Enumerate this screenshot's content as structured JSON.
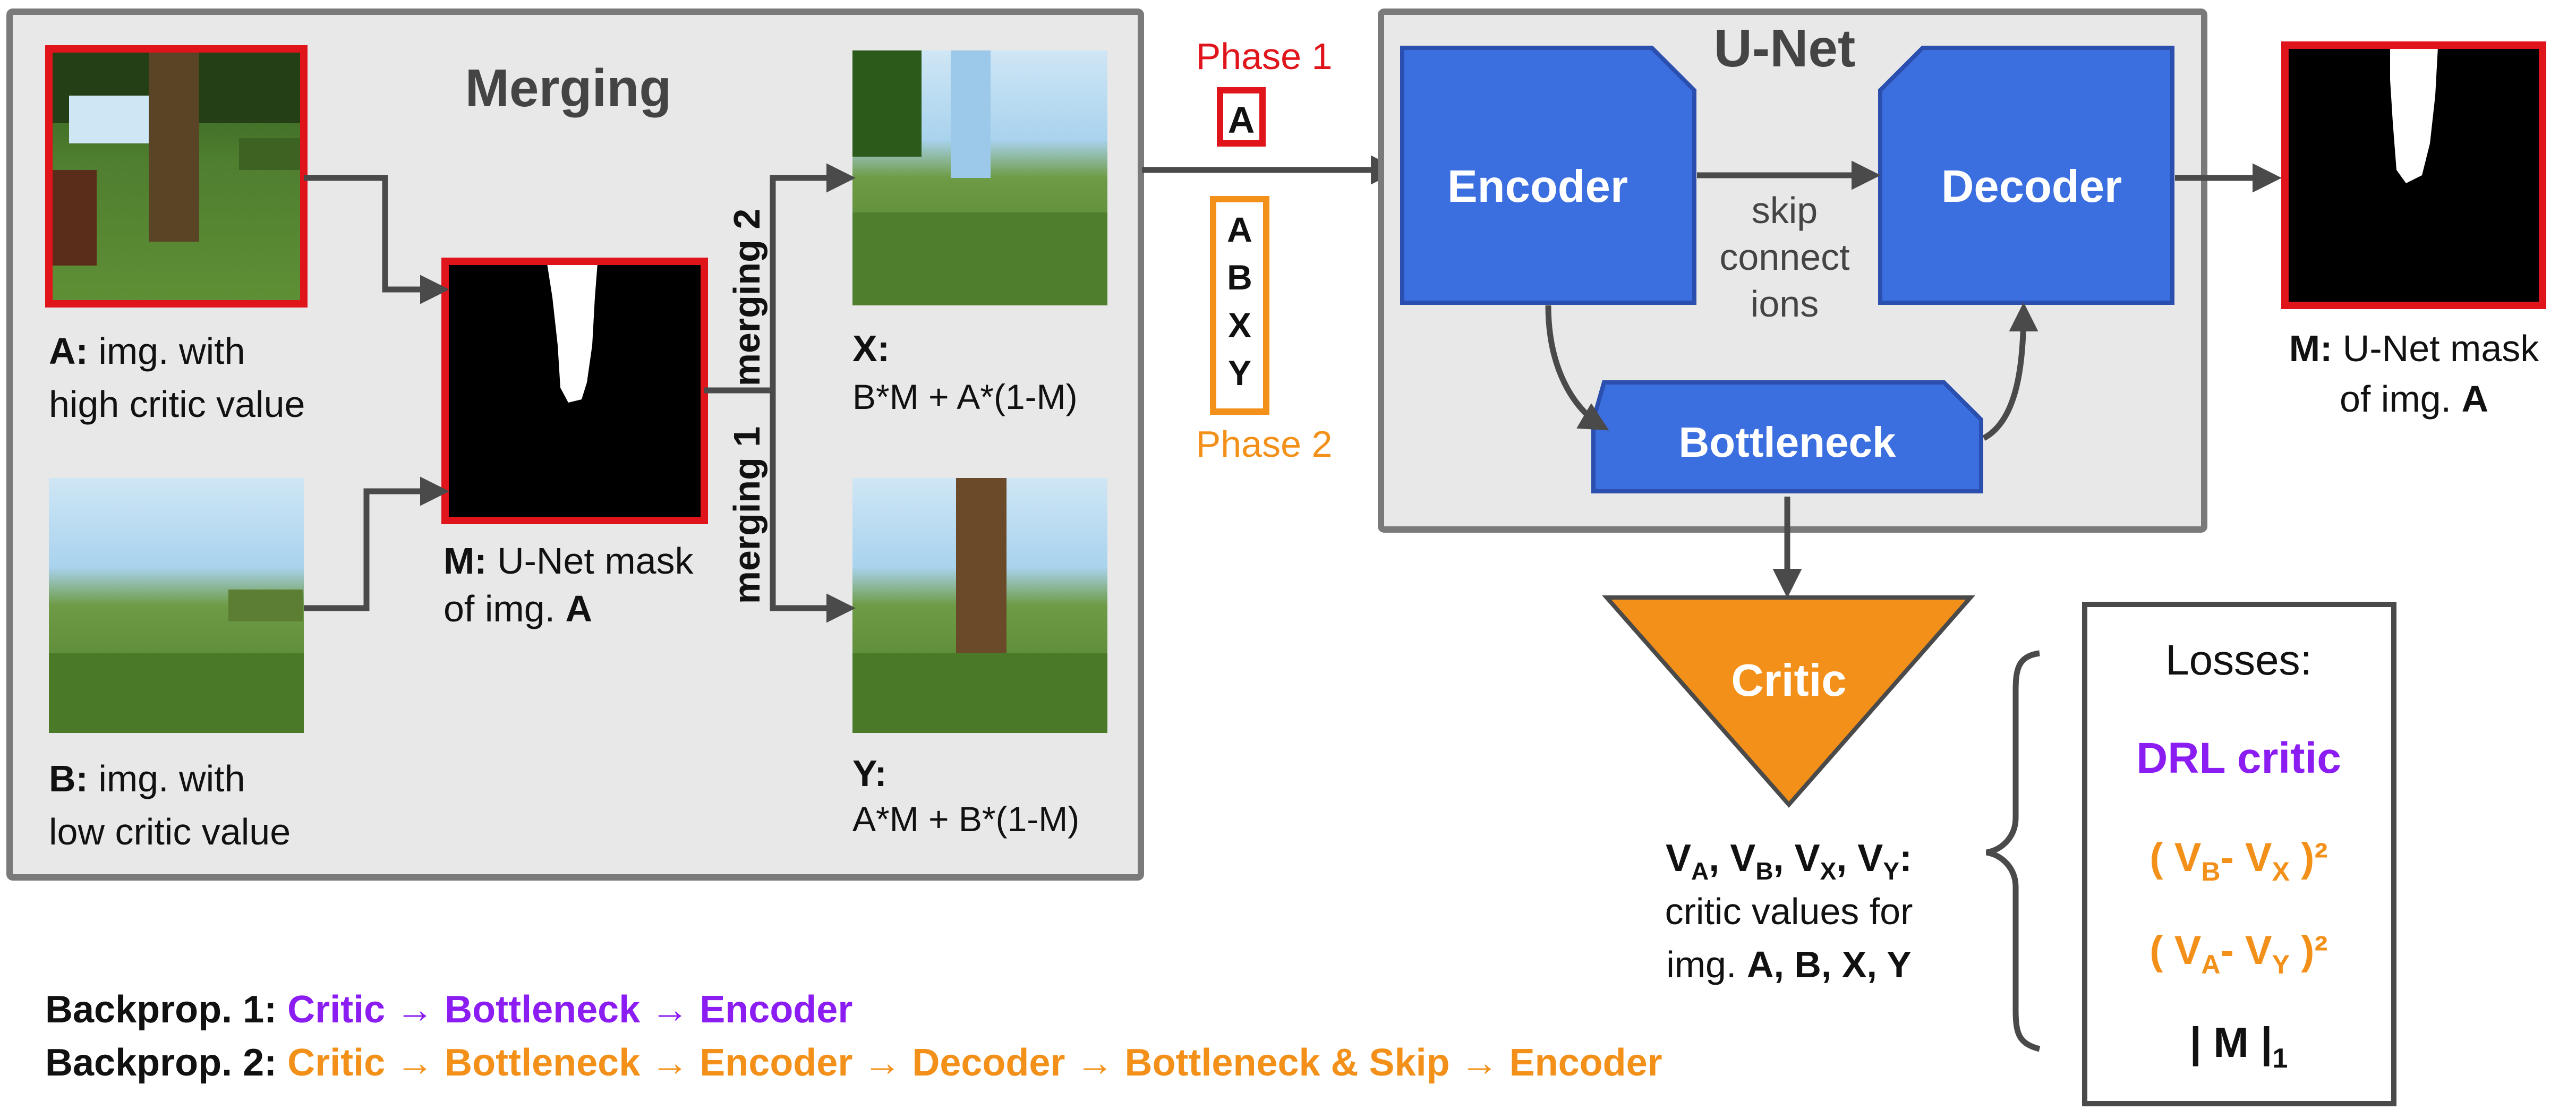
{
  "merging_panel": {
    "title": "Merging",
    "branch_top": "merging 2",
    "branch_bottom": "merging 1"
  },
  "images": {
    "A": {
      "tag": "A:",
      "line1": " img. with",
      "line2": "high critic value"
    },
    "B": {
      "tag": "B:",
      "line1": " img. with",
      "line2": "low critic value"
    },
    "M_small": {
      "tag": "M:",
      "line1": " U-Net mask",
      "line2_prefix": "of img. ",
      "line2_bold": "A"
    },
    "X": {
      "tag": "X:",
      "formula": "B*M + A*(1-M)"
    },
    "Y": {
      "tag": "Y:",
      "formula": "A*M + B*(1-M)"
    }
  },
  "phases": {
    "phase1_label": "Phase 1",
    "phase1_items": [
      "A"
    ],
    "phase2_label": "Phase 2",
    "phase2_items": [
      "A",
      "B",
      "X",
      "Y"
    ]
  },
  "unet": {
    "title": "U-Net",
    "encoder": "Encoder",
    "decoder": "Decoder",
    "bottleneck": "Bottleneck",
    "skip_line1": "skip",
    "skip_line2": "connect",
    "skip_line3": "ions"
  },
  "output_mask": {
    "tag": "M:",
    "line1": " U-Net mask",
    "line2_prefix": "of img. ",
    "line2_bold": "A"
  },
  "critic": {
    "label": "Critic",
    "values_v": "V",
    "sub_a": "A",
    "sub_b": "B",
    "sub_x": "X",
    "sub_y": "Y",
    "sep": ", ",
    "colon": ":",
    "line2": "critic values for",
    "line3_prefix": "img. ",
    "line3_bold": "A, B, X, Y"
  },
  "losses": {
    "title": "Losses:",
    "drl": "DRL critic",
    "loss1": {
      "open": "( V",
      "sub1": "B",
      "mid": "- V",
      "sub2": "X",
      "close": " )²"
    },
    "loss2": {
      "open": "( V",
      "sub1": "A",
      "mid": "- V",
      "sub2": "Y",
      "close": " )²"
    },
    "loss3": {
      "text": "| M |",
      "sub": "1"
    }
  },
  "backprop": {
    "line1_label": "Backprop. 1: ",
    "line1_path": "Critic → Bottleneck → Encoder",
    "line2_label": "Backprop. 2: ",
    "line2_path": "Critic → Bottleneck → Encoder → Decoder → Bottleneck & Skip → Encoder"
  },
  "colors": {
    "panel_fill": "#e8e8e8",
    "panel_stroke": "#7a7a7a",
    "red": "#e0141b",
    "orange": "#f39019",
    "blue": "#3b6fe0",
    "purple": "#8b1df2",
    "arrow": "#4a4a4a",
    "text": "#111111"
  }
}
